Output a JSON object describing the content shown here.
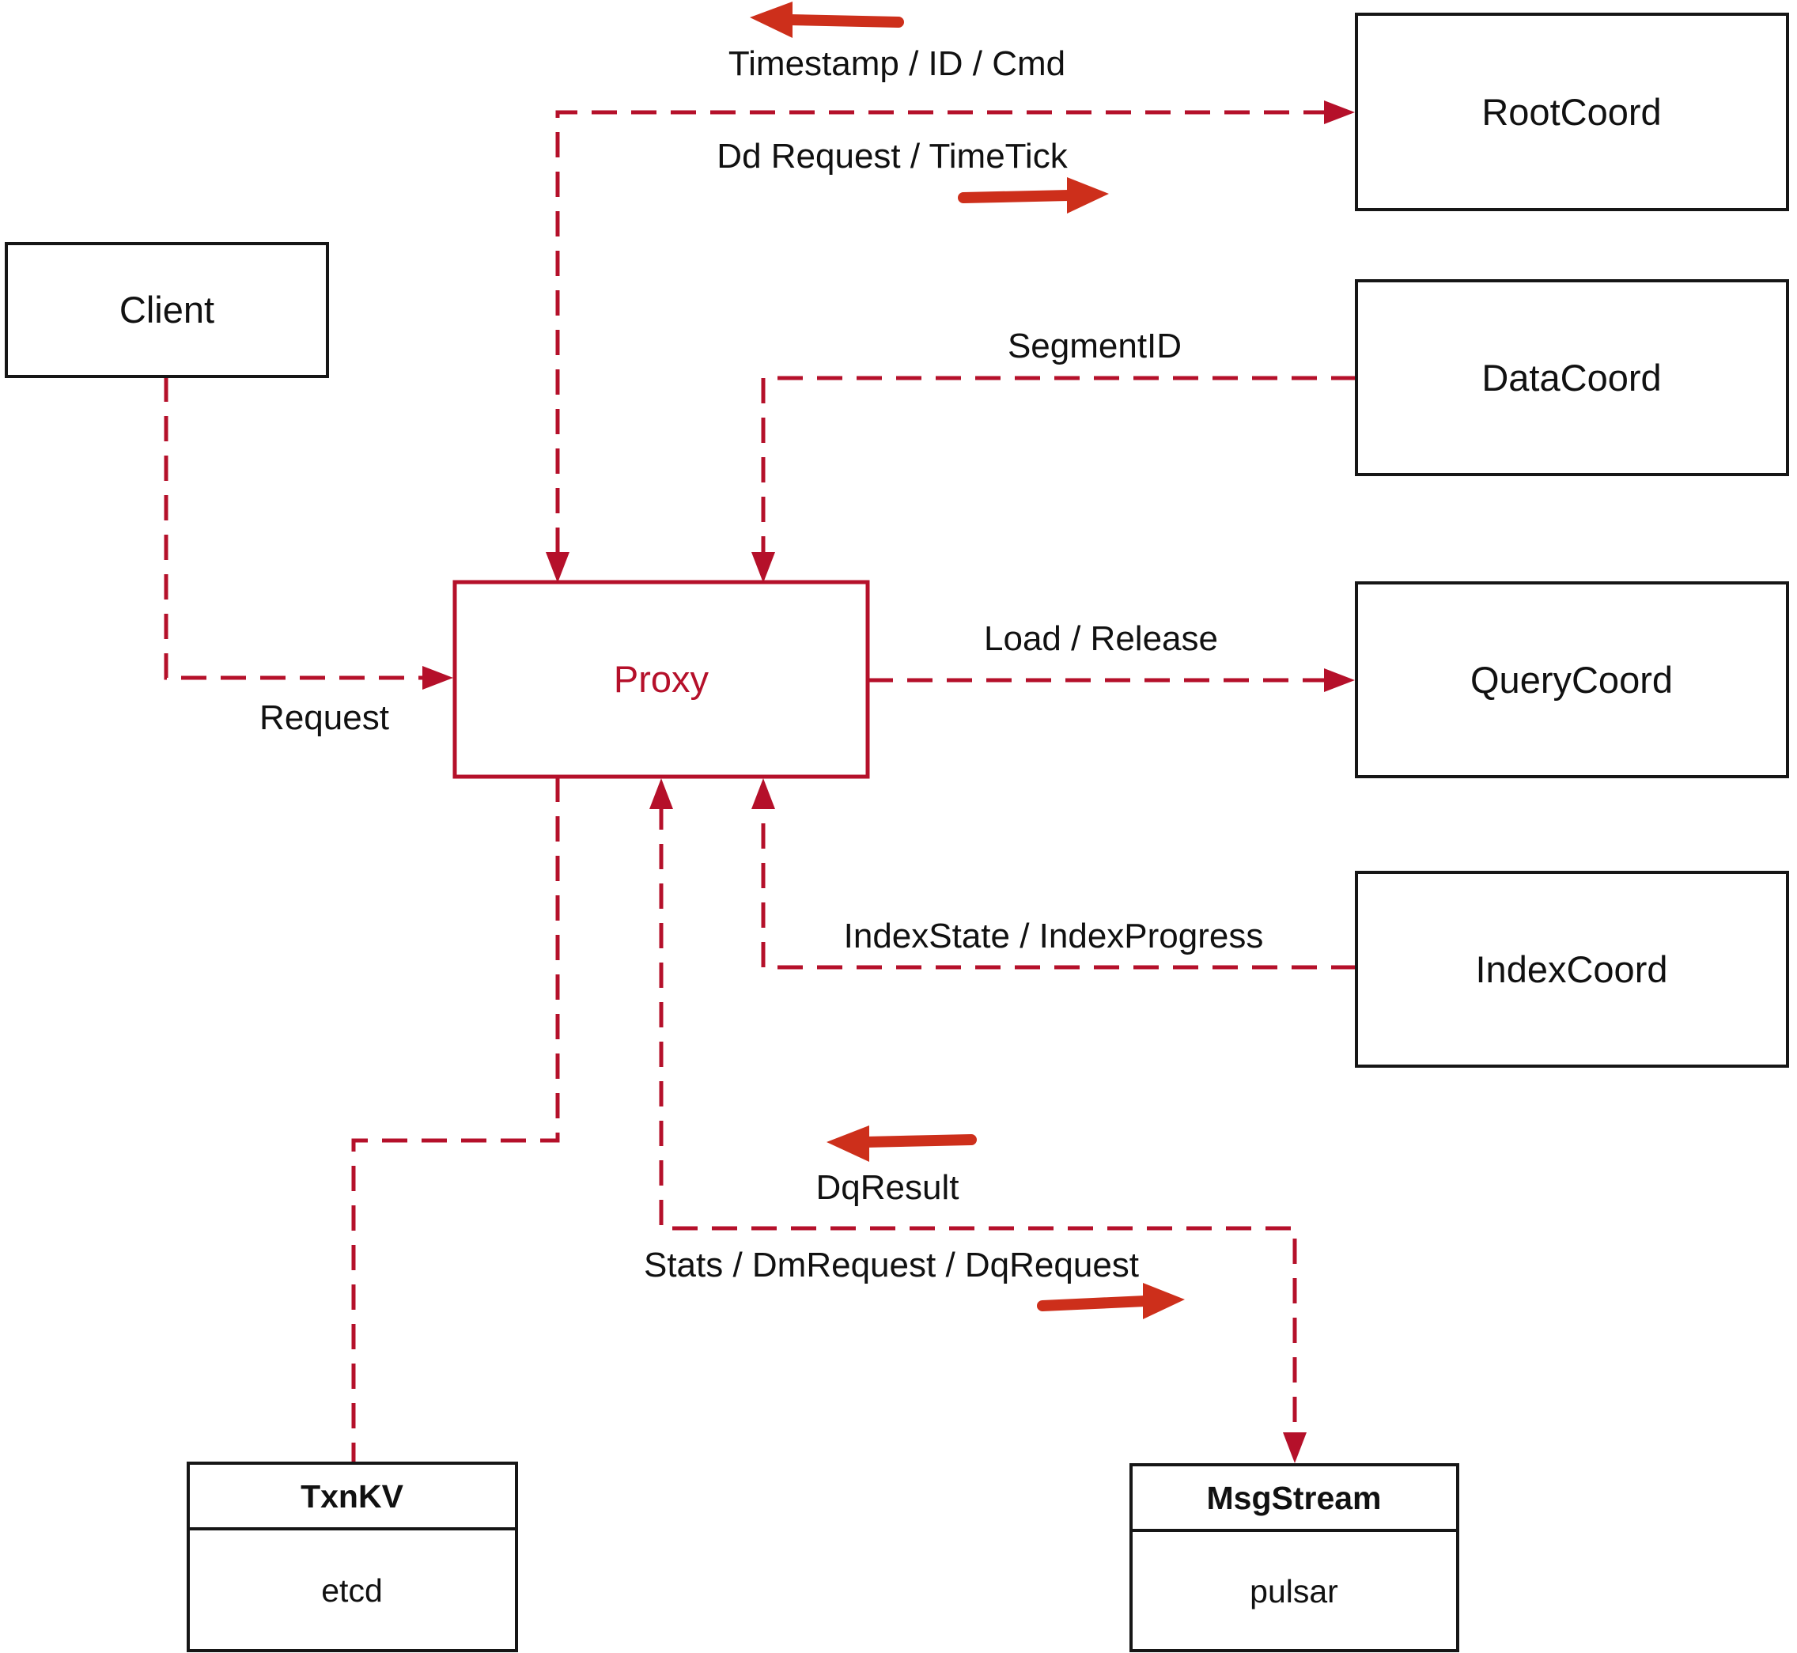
{
  "diagram": {
    "title": "Proxy architecture diagram",
    "colors": {
      "connector_red": "#b5102a",
      "arrow_red": "#cd2f1b",
      "box_border_black": "#161616",
      "background": "#ffffff",
      "text_black": "#111111"
    },
    "nodes": {
      "client": {
        "label": "Client"
      },
      "root_coord": {
        "label": "RootCoord"
      },
      "data_coord": {
        "label": "DataCoord"
      },
      "query_coord": {
        "label": "QueryCoord"
      },
      "index_coord": {
        "label": "IndexCoord"
      },
      "proxy": {
        "label": "Proxy"
      },
      "txn_kv": {
        "title": "TxnKV",
        "impl": "etcd"
      },
      "msg_stream": {
        "title": "MsgStream",
        "impl": "pulsar"
      }
    },
    "edge_labels": {
      "root_response": "Timestamp / ID / Cmd",
      "root_request": "Dd Request / TimeTick",
      "segment_id": "SegmentID",
      "client_request": "Request",
      "load_release": "Load / Release",
      "index_state": "IndexState / IndexProgress",
      "dq_result": "DqResult",
      "stats_dm_dq": "Stats / DmRequest / DqRequest"
    }
  }
}
